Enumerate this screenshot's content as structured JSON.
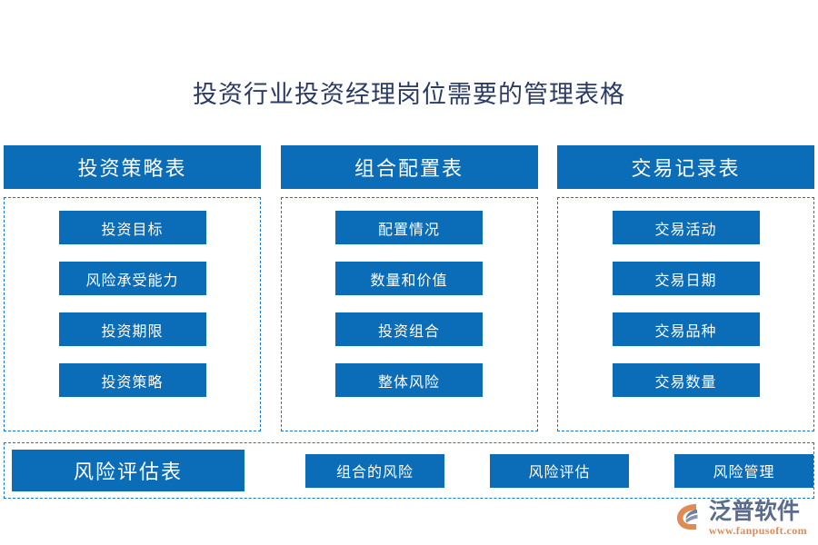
{
  "title": "投资行业投资经理岗位需要的管理表格",
  "colors": {
    "box_blue": "#0b6cb8",
    "dashed_border": "#1878c8",
    "title_navy": "#2b3b63",
    "background": "#ffffff",
    "logo_orange": "#e08a54",
    "logo_gray_blue": "#5a6b8c"
  },
  "columns": [
    {
      "header": "投资策略表",
      "items": [
        "投资目标",
        "风险承受能力",
        "投资期限",
        "投资策略"
      ]
    },
    {
      "header": "组合配置表",
      "items": [
        "配置情况",
        "数量和价值",
        "投资组合",
        "整体风险"
      ]
    },
    {
      "header": "交易记录表",
      "items": [
        "交易活动",
        "交易日期",
        "交易品种",
        "交易数量"
      ]
    }
  ],
  "bottom": {
    "header": "风险评估表",
    "items": [
      "组合的风险",
      "风险评估",
      "风险管理"
    ]
  },
  "logo": {
    "name": "泛普软件",
    "url": "www.fanpusoft.com",
    "mark": "fanpu-swoosh-icon"
  }
}
